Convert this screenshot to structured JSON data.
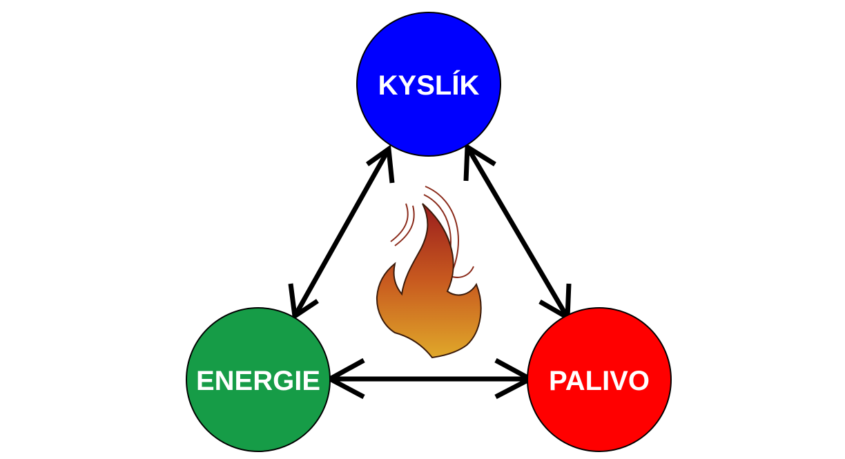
{
  "nodes": {
    "oxygen": {
      "label": "KYSLÍK",
      "color": "#0000ff"
    },
    "energy": {
      "label": "ENERGIE",
      "color": "#169c47"
    },
    "fuel": {
      "label": "PALIVO",
      "color": "#ff0000"
    }
  },
  "center_icon": "flame-icon",
  "arrow_color": "#000000",
  "flame_colors": {
    "top": "#9a1d1d",
    "middle": "#c85a1f",
    "bottom": "#e0a82a",
    "swoosh": "#8a2a1a"
  }
}
